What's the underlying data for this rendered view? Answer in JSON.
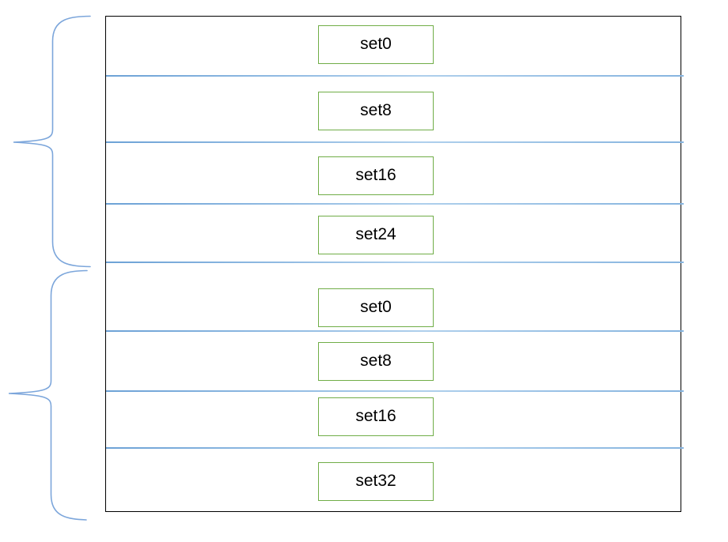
{
  "diagram": {
    "groups": [
      {
        "id": "group-top",
        "sets": [
          "set0",
          "set8",
          "set16",
          "set24"
        ]
      },
      {
        "id": "group-bottom",
        "sets": [
          "set0",
          "set8",
          "set16",
          "set32"
        ]
      }
    ],
    "colors": {
      "background": "#FFFFFF",
      "container_border": "#000000",
      "box_border": "#70AD47",
      "row_separator": "#7EA6D9",
      "brace": "#7CA6DB",
      "label_text": "#000000"
    }
  }
}
